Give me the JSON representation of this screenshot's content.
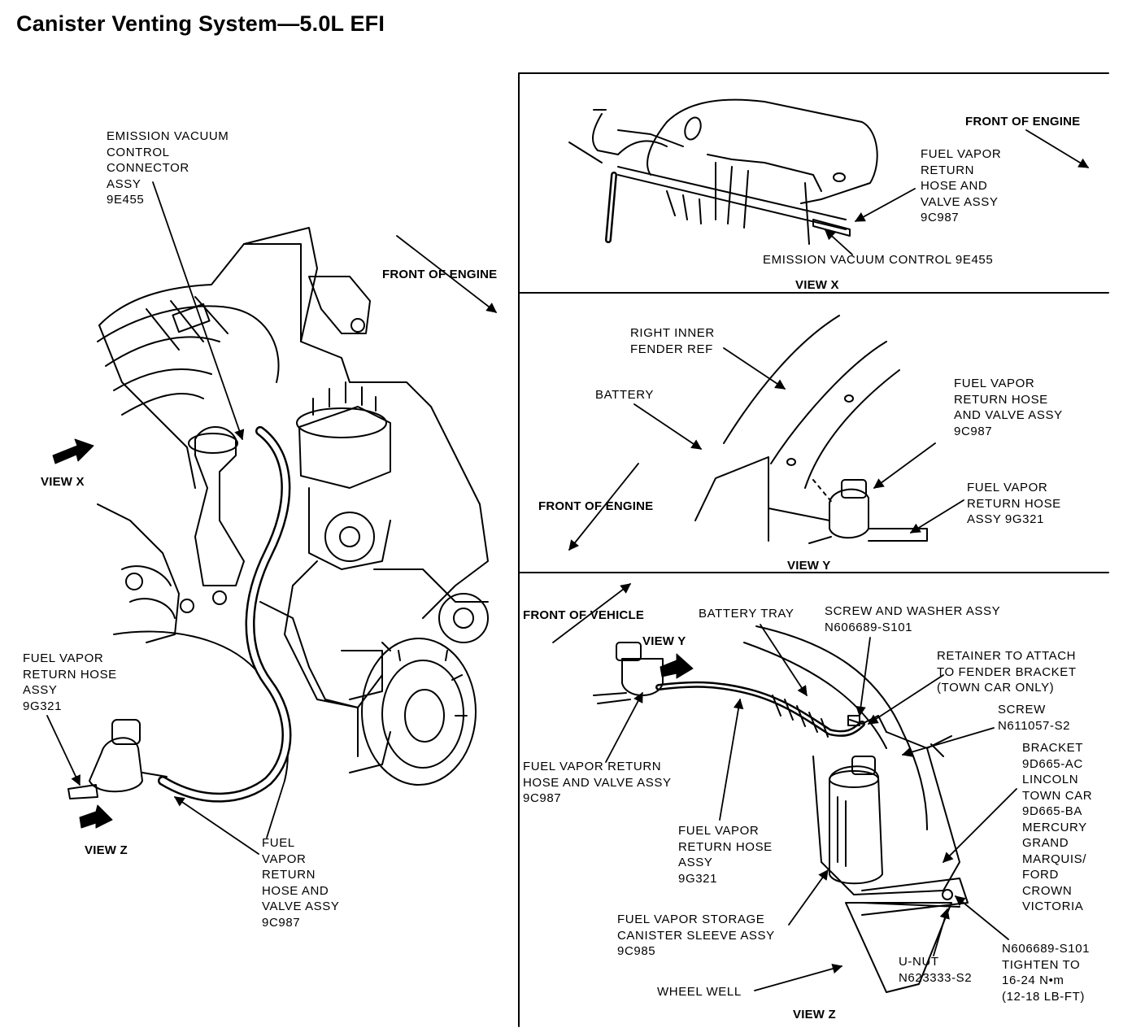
{
  "title": "Canister Venting System—5.0L EFI",
  "main_view": {
    "evc_connector": "EMISSION VACUUM\nCONTROL\nCONNECTOR\nASSY\n9E455",
    "front_of_engine": "FRONT OF ENGINE",
    "view_x": "VIEW X",
    "view_z": "VIEW Z",
    "hose_assy": "FUEL VAPOR\nRETURN HOSE\nASSY\n9G321",
    "hose_valve_assy": "FUEL\nVAPOR\nRETURN\nHOSE AND\nVALVE ASSY\n9C987"
  },
  "view_x_panel": {
    "front_of_engine": "FRONT OF ENGINE",
    "hose_valve_assy": "FUEL VAPOR\nRETURN\nHOSE AND\nVALVE ASSY\n9C987",
    "evc": "EMISSION VACUUM CONTROL 9E455",
    "caption": "VIEW X"
  },
  "view_y_panel": {
    "fender": "RIGHT INNER\nFENDER REF",
    "battery": "BATTERY",
    "hose_valve_assy": "FUEL VAPOR\nRETURN HOSE\nAND VALVE ASSY\n9C987",
    "front_of_engine": "FRONT OF ENGINE",
    "hose_assy": "FUEL VAPOR\nRETURN HOSE\nASSY 9G321",
    "caption": "VIEW Y"
  },
  "view_z_panel": {
    "front_of_vehicle": "FRONT OF VEHICLE",
    "view_y": "VIEW Y",
    "battery_tray": "BATTERY TRAY",
    "screw_washer": "SCREW AND WASHER ASSY\nN606689-S101",
    "retainer": "RETAINER TO ATTACH\nTO FENDER BRACKET\n(TOWN CAR ONLY)",
    "screw": "SCREW\nN611057-S2",
    "bracket": "BRACKET\n9D665-AC\nLINCOLN\nTOWN CAR\n9D665-BA\nMERCURY\nGRAND\nMARQUIS/\nFORD\nCROWN\nVICTORIA",
    "hose_valve_assy": "FUEL VAPOR RETURN\nHOSE AND VALVE ASSY\n9C987",
    "hose_assy": "FUEL VAPOR\nRETURN HOSE\nASSY\n9G321",
    "canister": "FUEL VAPOR STORAGE\nCANISTER SLEEVE ASSY\n9C985",
    "bolt": "N606689-S101\nTIGHTEN TO\n16-24 N•m\n(12-18 LB-FT)",
    "unut": "U-NUT\nN623333-S2",
    "wheel_well": "WHEEL WELL",
    "caption": "VIEW Z"
  }
}
